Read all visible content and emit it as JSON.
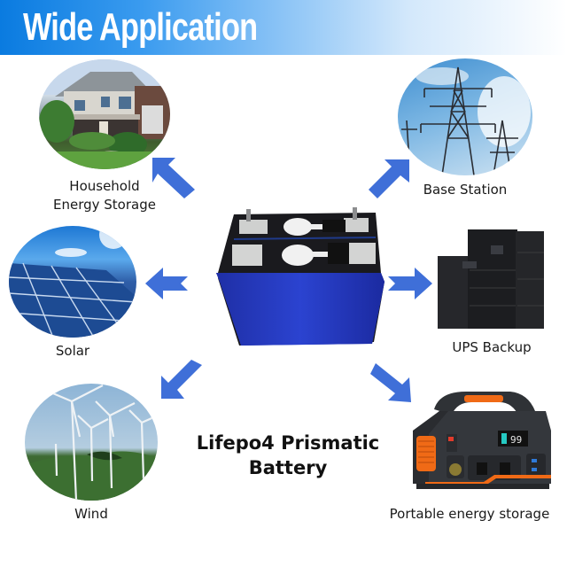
{
  "banner": {
    "title": "Wide Application",
    "gradient_start": "#0a7be0",
    "gradient_end": "#ffffff"
  },
  "center": {
    "product_line1": "Lifepo4 Prismatic",
    "product_line2": "Battery",
    "product_image": "blue-prismatic-battery-cell"
  },
  "arrow_color": "#3f6fd8",
  "applications": [
    {
      "id": "household",
      "label_line1": "Household",
      "label_line2": "Energy Storage",
      "image": "suburban-house-photo",
      "arrow_direction": "up-left"
    },
    {
      "id": "base-station",
      "label_line1": "Base Station",
      "label_line2": "",
      "image": "power-transmission-tower-photo",
      "arrow_direction": "up-right"
    },
    {
      "id": "solar",
      "label_line1": "Solar",
      "label_line2": "",
      "image": "solar-panel-photo",
      "arrow_direction": "left"
    },
    {
      "id": "ups",
      "label_line1": "UPS Backup",
      "label_line2": "",
      "image": "ups-cabinet-photo",
      "arrow_direction": "right"
    },
    {
      "id": "wind",
      "label_line1": "Wind",
      "label_line2": "",
      "image": "wind-turbines-photo",
      "arrow_direction": "down-left"
    },
    {
      "id": "portable",
      "label_line1": "Portable energy storage",
      "label_line2": "",
      "image": "portable-power-station-photo",
      "arrow_direction": "down-right"
    }
  ],
  "power_station_display": "99"
}
